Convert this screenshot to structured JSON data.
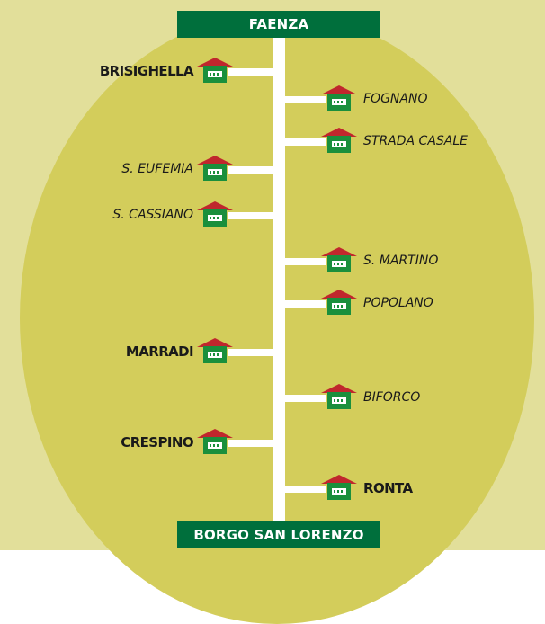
{
  "colors": {
    "frame": "#e2df9a",
    "oval": "#d3cd5b",
    "line": "#ffffff",
    "terminal_bg": "#006f3c",
    "roof": "#c0272d",
    "station_body": "#1a8f3c"
  },
  "line": {
    "terminal_north": "FAENZA",
    "terminal_south": "BORGO SAN LORENZO"
  },
  "stations": [
    {
      "name": "BRISIGHELLA",
      "side": "left",
      "major": true
    },
    {
      "name": "FOGNANO",
      "side": "right",
      "major": false
    },
    {
      "name": "STRADA CASALE",
      "side": "right",
      "major": false
    },
    {
      "name": "S. EUFEMIA",
      "side": "left",
      "major": false
    },
    {
      "name": "S. CASSIANO",
      "side": "left",
      "major": false
    },
    {
      "name": "S. MARTINO",
      "side": "right",
      "major": false
    },
    {
      "name": "POPOLANO",
      "side": "right",
      "major": false
    },
    {
      "name": "MARRADI",
      "side": "left",
      "major": true
    },
    {
      "name": "BIFORCO",
      "side": "right",
      "major": false
    },
    {
      "name": "CRESPINO",
      "side": "left",
      "major": true
    },
    {
      "name": "RONTA",
      "side": "right",
      "major": true
    }
  ],
  "icons": {
    "station": "station-house-icon"
  }
}
